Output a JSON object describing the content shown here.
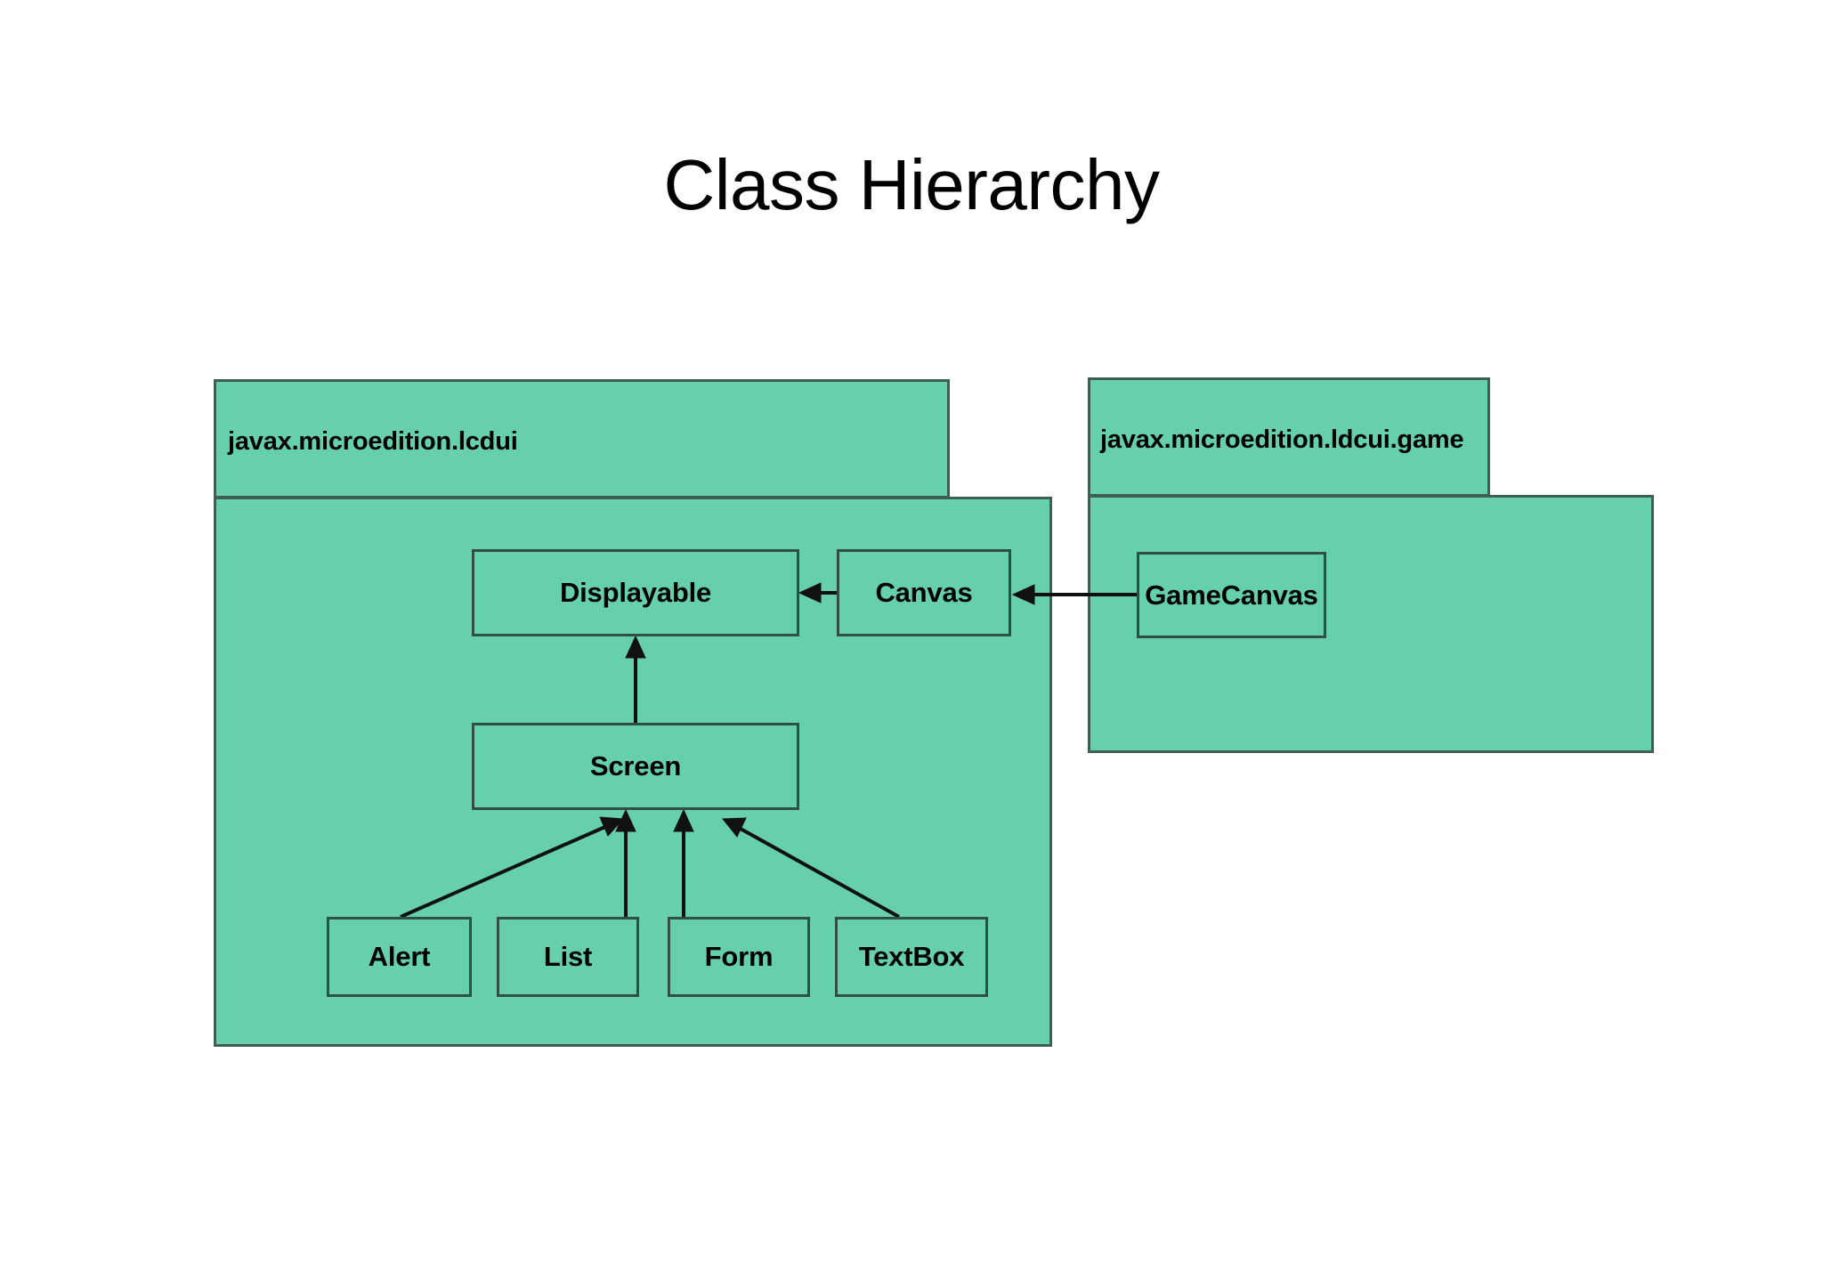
{
  "slide": {
    "title": "Class Hierarchy"
  },
  "colors": {
    "package_fill": "#66cfab",
    "package_border": "#3f5f53",
    "class_fill": "#66cfab",
    "class_border": "#2f4f43",
    "connector": "#111111",
    "background": "#ffffff",
    "title_text": "#000000"
  },
  "diagram": {
    "type": "uml-class-hierarchy",
    "packages": [
      {
        "id": "lcdui",
        "label": "javax.microedition.lcdui",
        "classes": [
          "Displayable",
          "Canvas",
          "Screen",
          "Alert",
          "List",
          "Form",
          "TextBox"
        ]
      },
      {
        "id": "game",
        "label": "javax.microedition.ldcui.game",
        "classes": [
          "GameCanvas"
        ]
      }
    ],
    "classes": [
      {
        "id": "displayable",
        "label": "Displayable",
        "package": "lcdui"
      },
      {
        "id": "canvas",
        "label": "Canvas",
        "package": "lcdui"
      },
      {
        "id": "gamecanvas",
        "label": "GameCanvas",
        "package": "game"
      },
      {
        "id": "screen",
        "label": "Screen",
        "package": "lcdui"
      },
      {
        "id": "alert",
        "label": "Alert",
        "package": "lcdui"
      },
      {
        "id": "list",
        "label": "List",
        "package": "lcdui"
      },
      {
        "id": "form",
        "label": "Form",
        "package": "lcdui"
      },
      {
        "id": "textbox",
        "label": "TextBox",
        "package": "lcdui"
      }
    ],
    "relationships": [
      {
        "from": "canvas",
        "to": "displayable",
        "kind": "generalization"
      },
      {
        "from": "gamecanvas",
        "to": "canvas",
        "kind": "generalization"
      },
      {
        "from": "screen",
        "to": "displayable",
        "kind": "generalization"
      },
      {
        "from": "alert",
        "to": "screen",
        "kind": "generalization"
      },
      {
        "from": "list",
        "to": "screen",
        "kind": "generalization"
      },
      {
        "from": "form",
        "to": "screen",
        "kind": "generalization"
      },
      {
        "from": "textbox",
        "to": "screen",
        "kind": "generalization"
      }
    ]
  }
}
